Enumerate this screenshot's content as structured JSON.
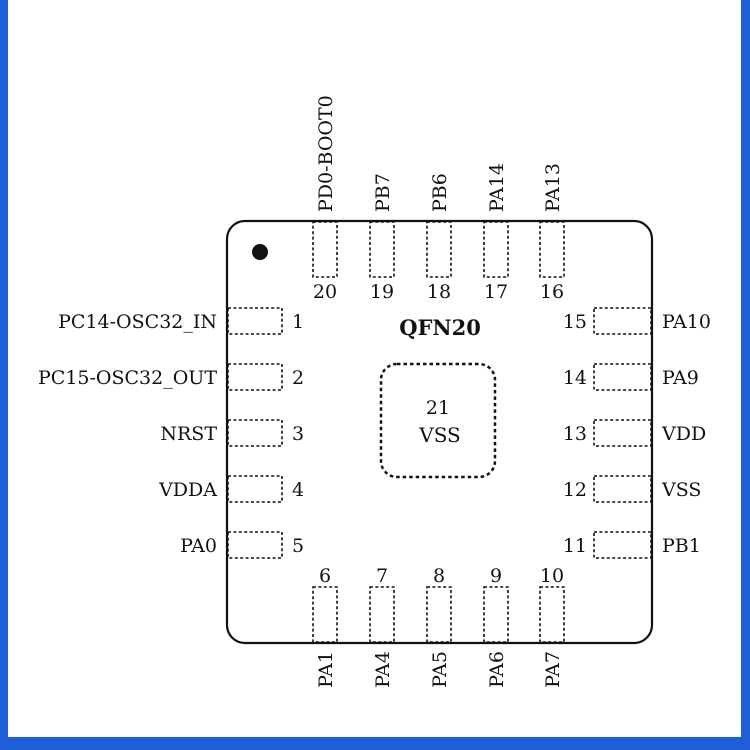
{
  "package": {
    "name": "QFN20"
  },
  "exposed_pad": {
    "number": "21",
    "label": "VSS"
  },
  "pins": {
    "left": [
      {
        "number": "1",
        "name": "PC14-OSC32_IN"
      },
      {
        "number": "2",
        "name": "PC15-OSC32_OUT"
      },
      {
        "number": "3",
        "name": "NRST"
      },
      {
        "number": "4",
        "name": "VDDA"
      },
      {
        "number": "5",
        "name": "PA0"
      }
    ],
    "bottom": [
      {
        "number": "6",
        "name": "PA1"
      },
      {
        "number": "7",
        "name": "PA4"
      },
      {
        "number": "8",
        "name": "PA5"
      },
      {
        "number": "9",
        "name": "PA6"
      },
      {
        "number": "10",
        "name": "PA7"
      }
    ],
    "right": [
      {
        "number": "11",
        "name": "PB1"
      },
      {
        "number": "12",
        "name": "VSS"
      },
      {
        "number": "13",
        "name": "VDD"
      },
      {
        "number": "14",
        "name": "PA9"
      },
      {
        "number": "15",
        "name": "PA10"
      }
    ],
    "top": [
      {
        "number": "16",
        "name": "PA13"
      },
      {
        "number": "17",
        "name": "PA14"
      },
      {
        "number": "18",
        "name": "PB6"
      },
      {
        "number": "19",
        "name": "PB7"
      },
      {
        "number": "20",
        "name": "PD0-BOOT0"
      }
    ]
  },
  "colors": {
    "frame": "#1f5fd6",
    "outline": "#111111",
    "background": "#ffffff"
  }
}
